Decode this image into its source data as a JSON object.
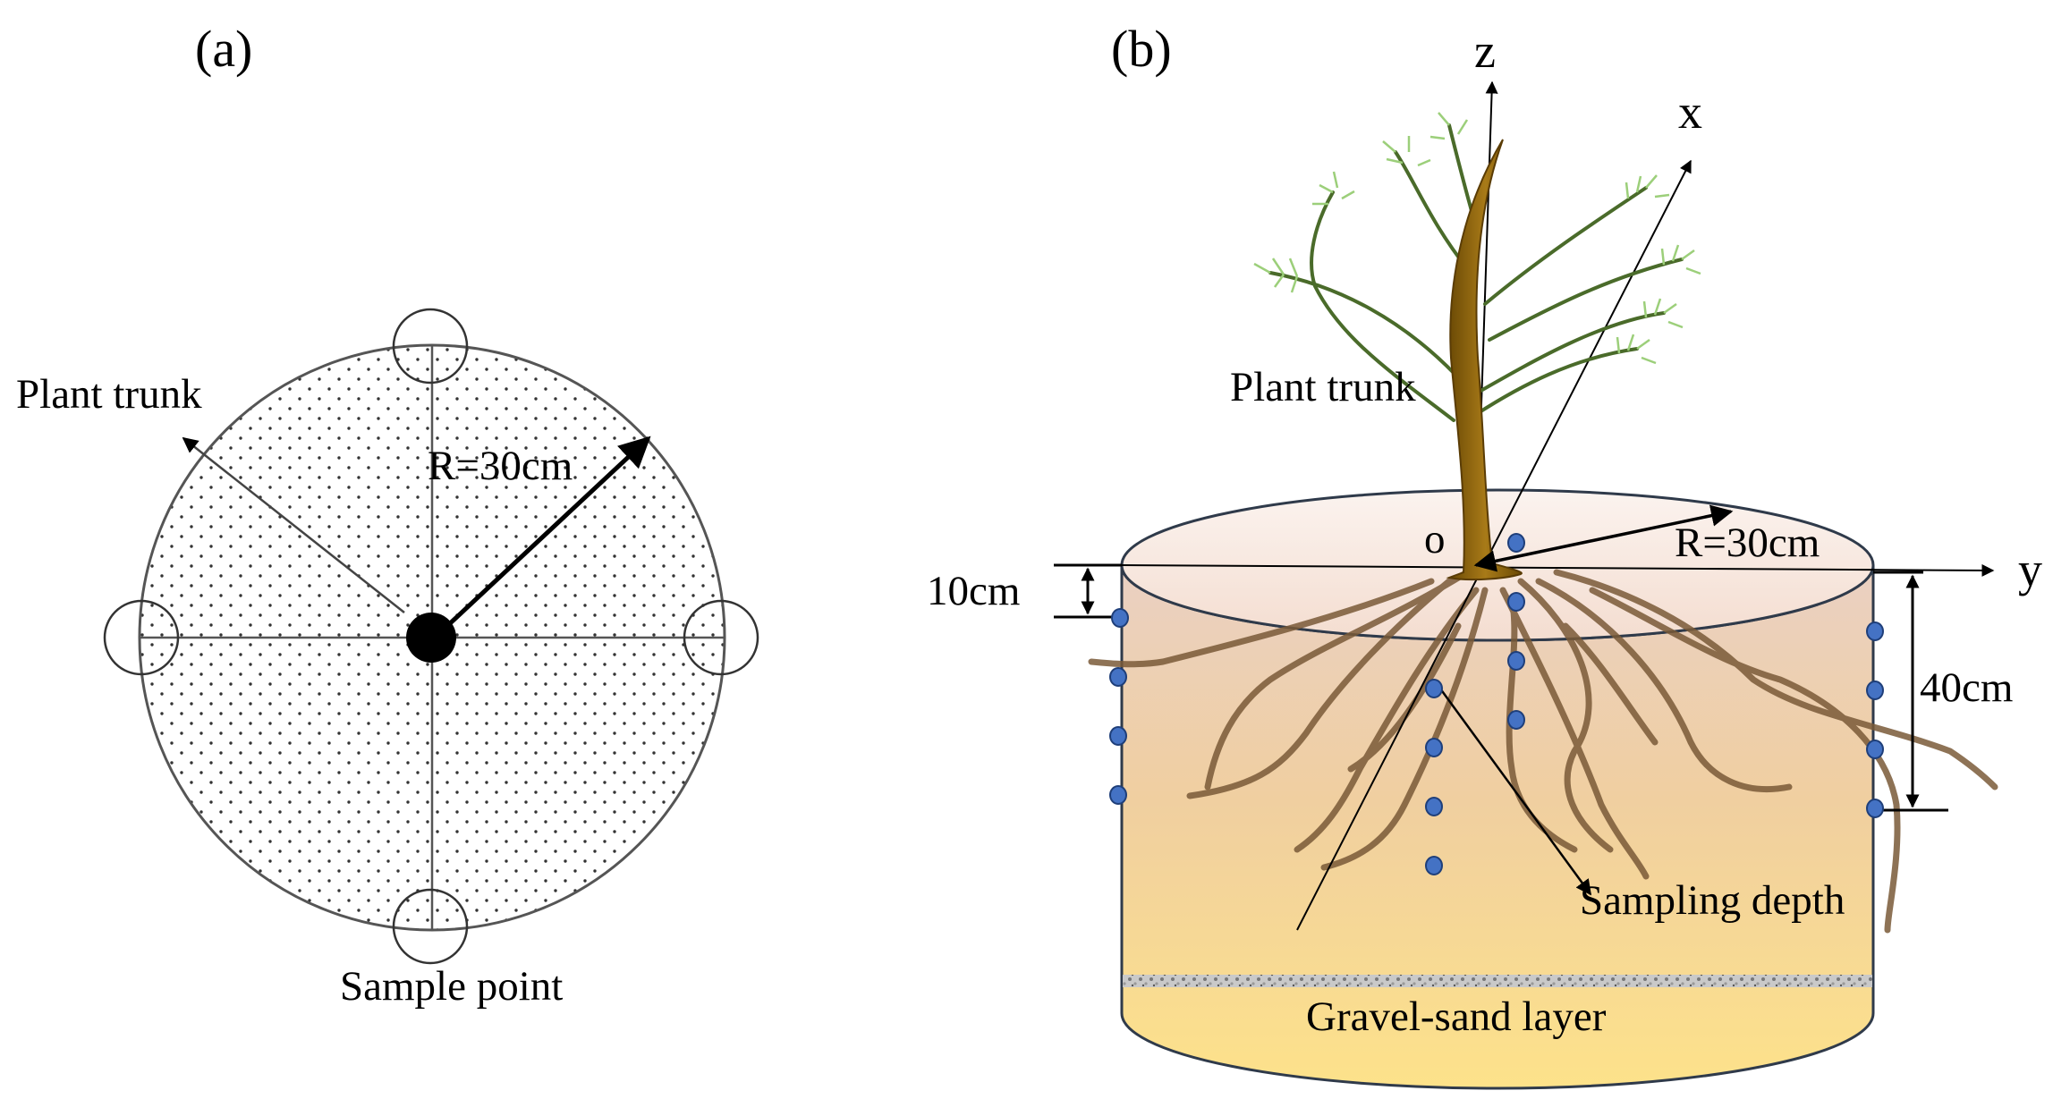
{
  "panel_a": {
    "label": "(a)",
    "trunk_label": "Plant trunk",
    "radius_label": "R=30cm",
    "sample_label": "Sample point"
  },
  "panel_b": {
    "label": "(b)",
    "axes": {
      "z": "z",
      "x": "x",
      "y": "y",
      "origin": "o"
    },
    "trunk_label": "Plant trunk",
    "radius_label": "R=30cm",
    "depth_top_label": "10cm",
    "depth_range_label": "40cm",
    "sampling_label": "Sampling depth",
    "gravel_label": "Gravel-sand layer"
  },
  "colors": {
    "sample_dot_fill": "#4472c4",
    "sample_dot_stroke": "#1f3f7a",
    "soil_top": "#e8c9b8",
    "soil_bottom": "#fde38a",
    "trunk": "#8b5e0a",
    "foliage": "#5a8a3a",
    "root": "#6b4a2a"
  }
}
